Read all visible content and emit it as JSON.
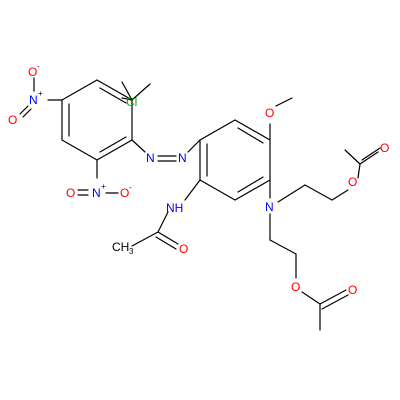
{
  "colors": {
    "background": "#ffffff",
    "bonds": "#000000",
    "oxygen": "#ff0000",
    "nitrogen": "#0000ff",
    "chlorine": "#00b000",
    "carbon": "#000000"
  },
  "atom_labels": {
    "o_minus_top": "O",
    "o_minus_top_charge": "-",
    "n_plus_top": "N",
    "n_plus_top_charge": "+",
    "o_top_left": "O",
    "chlorine": "Cl",
    "azo_n1": "N",
    "azo_n2": "N",
    "methoxy_o": "O",
    "n_plus_bottom": "N",
    "n_plus_bottom_charge": "+",
    "o_bottom_left": "O",
    "o_minus_bottom": "O",
    "o_minus_bottom_charge": "-",
    "amide_n": "NH",
    "amide_o": "O",
    "amide_methyl": "CH",
    "amide_methyl_sub": "3",
    "amine_n": "N",
    "ester1_o": "O",
    "ester1_carbonyl_o": "O",
    "ester2_o": "O",
    "ester2_carbonyl_o": "O"
  }
}
